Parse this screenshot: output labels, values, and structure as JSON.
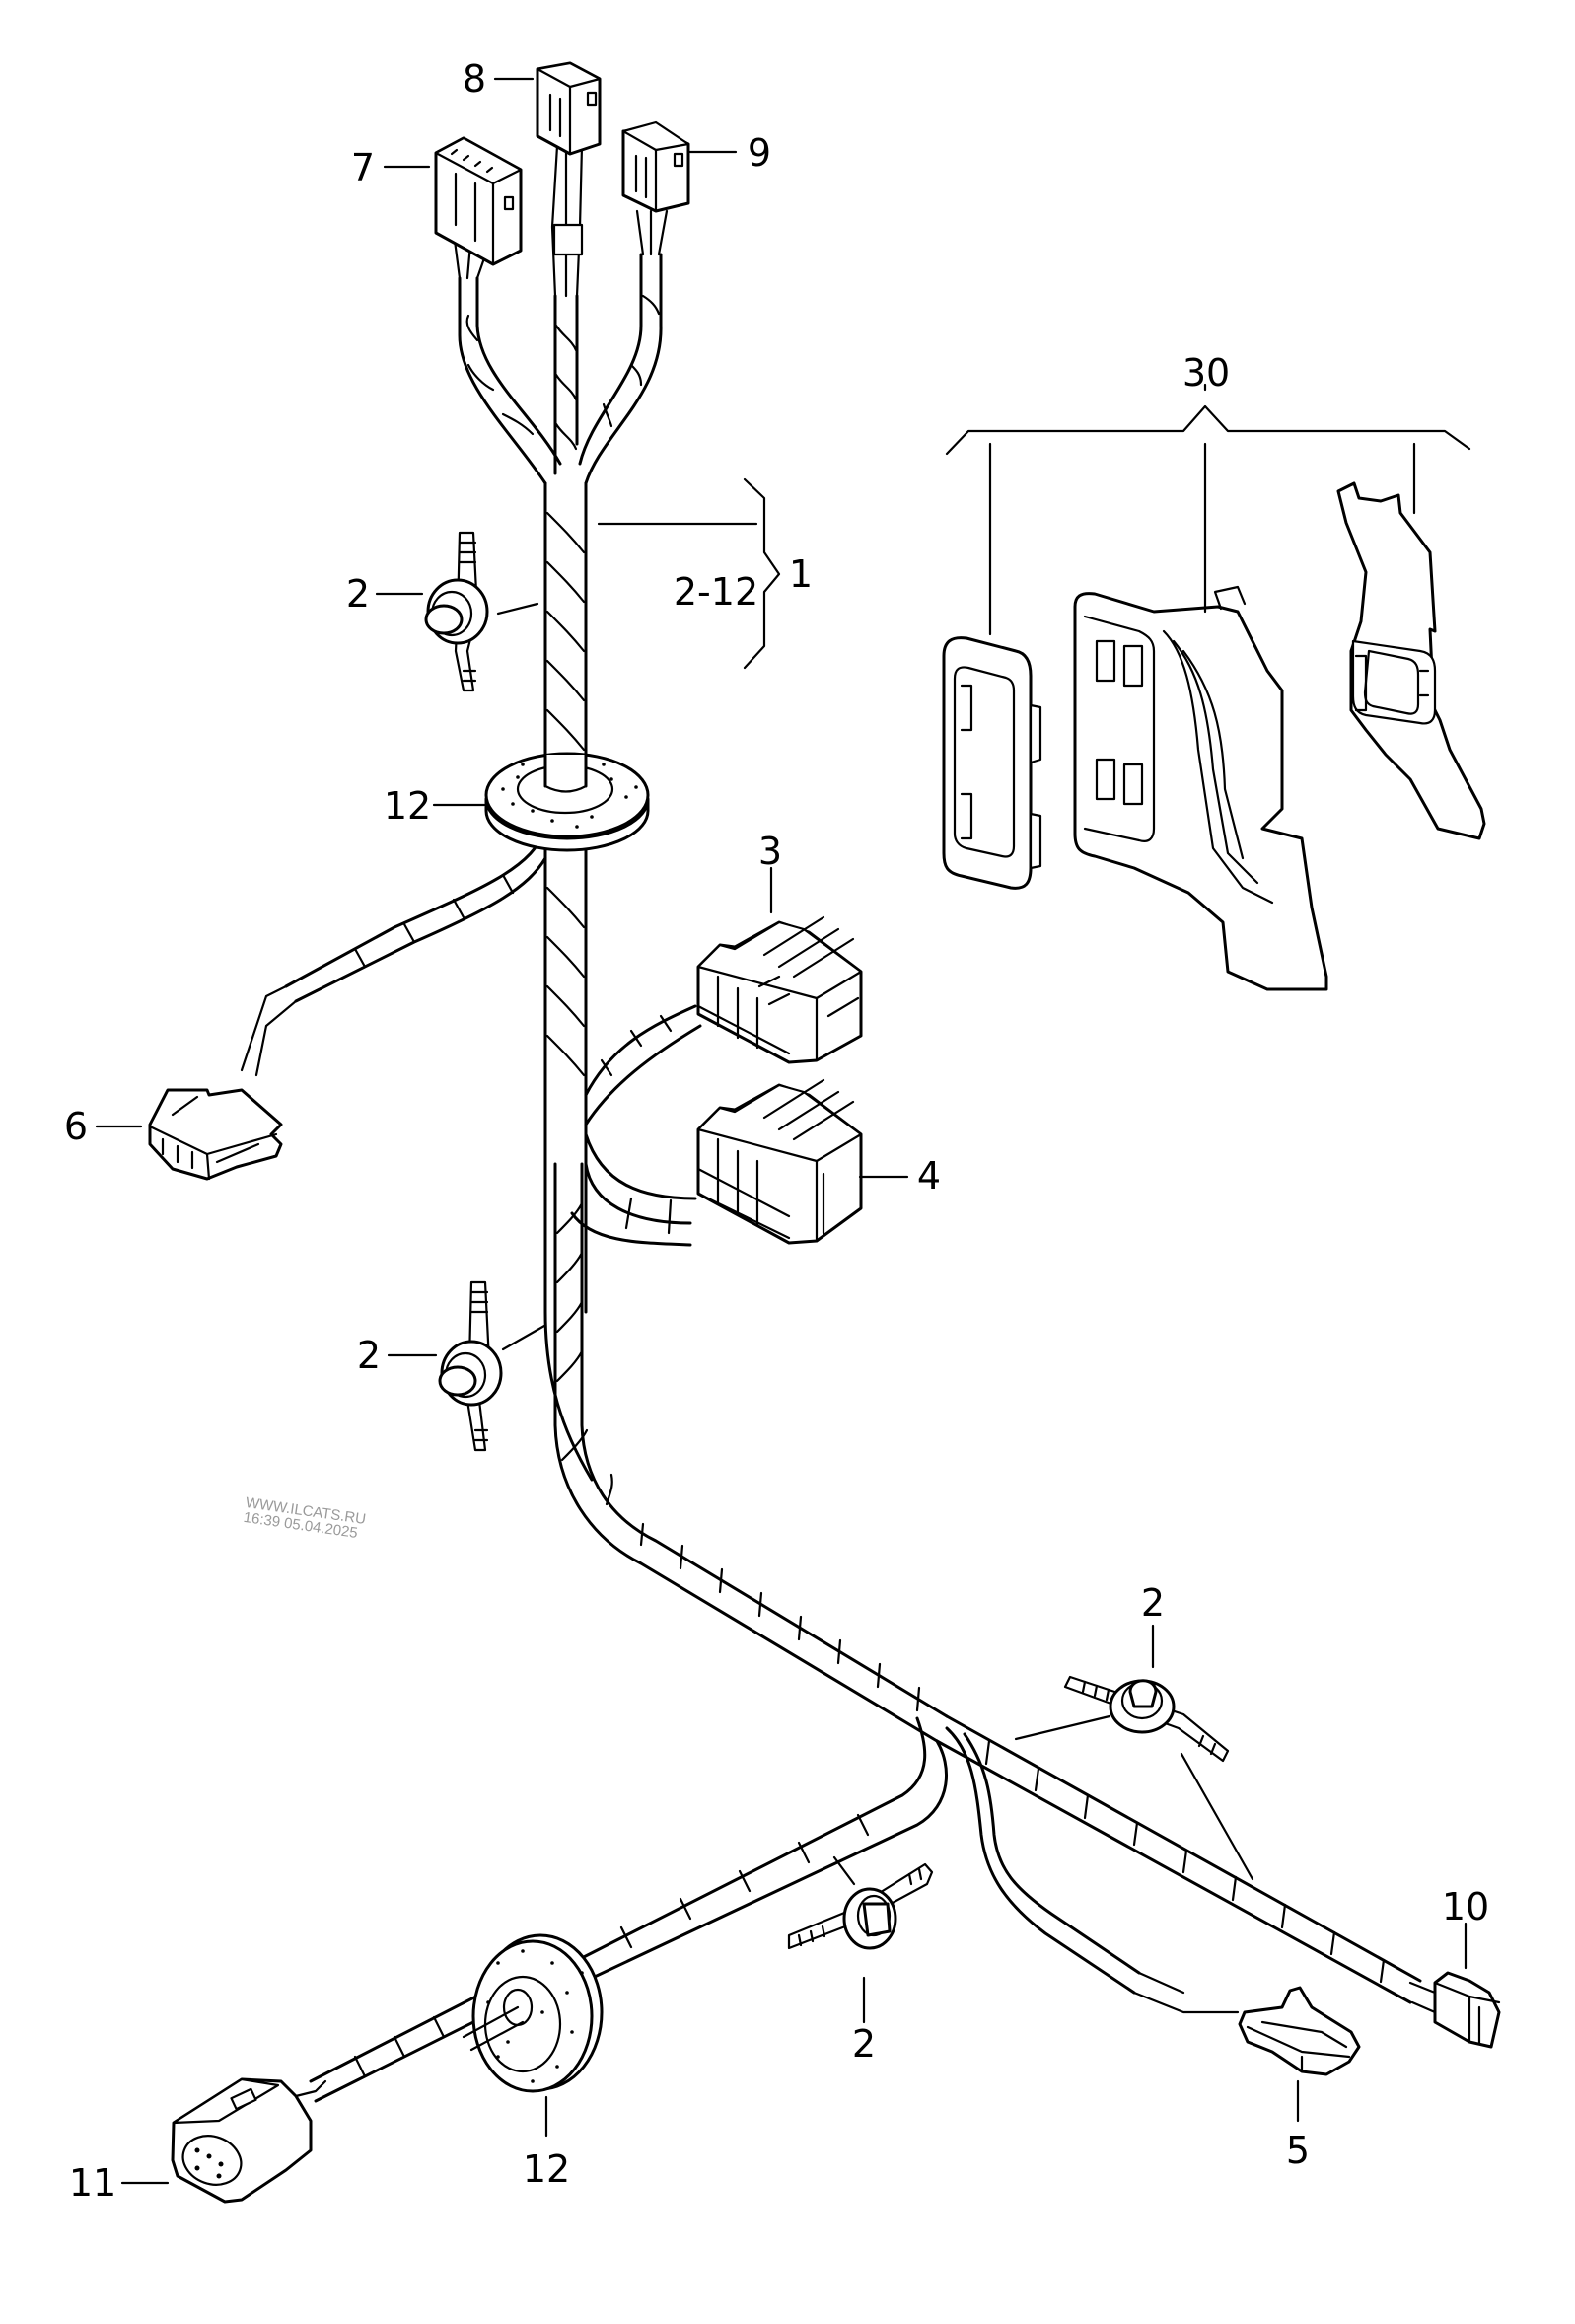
{
  "diagram": {
    "type": "exploded parts diagram",
    "subject": "wiring harness with connectors, clips and grommets",
    "callouts": {
      "c1": "1",
      "c2_range": "2-12",
      "c2_a": "2",
      "c2_b": "2",
      "c2_c": "2",
      "c2_d": "2",
      "c3": "3",
      "c4": "4",
      "c5": "5",
      "c6": "6",
      "c7": "7",
      "c8": "8",
      "c9": "9",
      "c10": "10",
      "c11": "11",
      "c12_a": "12",
      "c12_b": "12",
      "c30": "30"
    },
    "parts": [
      {
        "number": "1",
        "description": "wiring harness assembly (includes items 2-12)"
      },
      {
        "number": "2",
        "description": "cable clip with strap",
        "occurrences": 4
      },
      {
        "number": "3",
        "description": "multi-pin connector housing"
      },
      {
        "number": "4",
        "description": "multi-pin connector housing"
      },
      {
        "number": "5",
        "description": "flat connector"
      },
      {
        "number": "6",
        "description": "flat connector"
      },
      {
        "number": "7",
        "description": "4-pin connector housing"
      },
      {
        "number": "8",
        "description": "4-pin connector housing"
      },
      {
        "number": "9",
        "description": "4-pin connector housing"
      },
      {
        "number": "10",
        "description": "small connector"
      },
      {
        "number": "11",
        "description": "round connector housing"
      },
      {
        "number": "12",
        "description": "grommet",
        "occurrences": 2
      },
      {
        "number": "30",
        "description": "connector seal / boot / cover set (3 pieces)"
      }
    ]
  },
  "watermark": {
    "line1": "WWW.ILCATS.RU",
    "line2": "16:39 05.04.2025"
  },
  "colors": {
    "line": "#000000",
    "background": "#ffffff",
    "watermark": "#9a9a9a"
  }
}
